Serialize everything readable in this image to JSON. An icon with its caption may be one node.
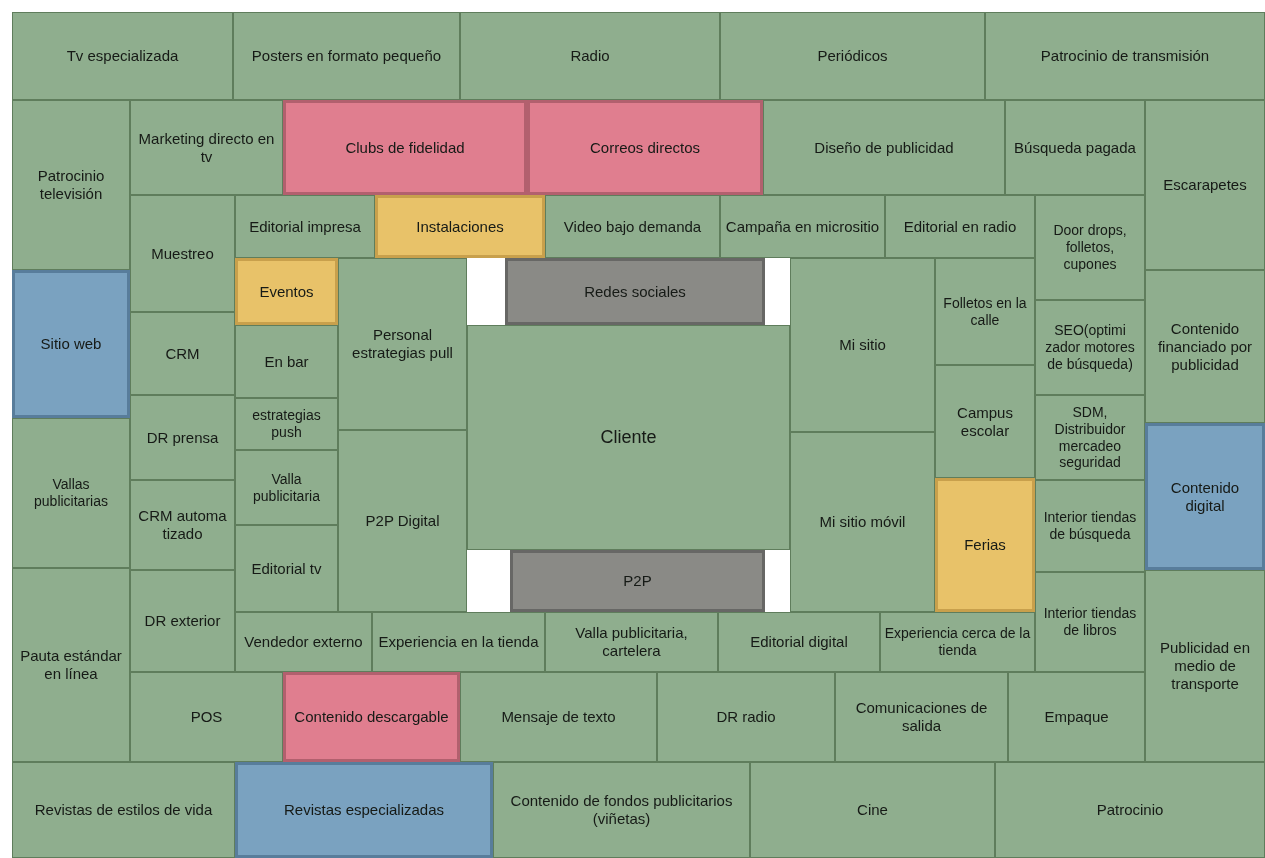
{
  "diagram": {
    "nodes": [
      {
        "text": [
          "Tv especializada"
        ]
      },
      {
        "text": [
          "Posters en formato pequeño"
        ]
      },
      {
        "text": [
          "Radio"
        ]
      },
      {
        "text": [
          "Periódicos"
        ]
      },
      {
        "text": [
          "Patrocinio de transmisión"
        ]
      },
      {
        "text": [
          "Patrocinio televisión"
        ]
      },
      {
        "text": [
          "Marketing directo  en tv"
        ]
      },
      {
        "text": [
          "Clubs de fidelidad"
        ]
      },
      {
        "text": [
          "Correos directos"
        ]
      },
      {
        "text": [
          "Diseño de publicidad"
        ]
      },
      {
        "text": [
          "Búsqueda pagada"
        ]
      },
      {
        "text": [
          "Escarapetes"
        ]
      },
      {
        "text": [
          "Muestreo"
        ]
      },
      {
        "text": [
          "Editorial impresa"
        ]
      },
      {
        "text": [
          "Instalaciones"
        ]
      },
      {
        "text": [
          "Video bajo demanda"
        ]
      },
      {
        "text": [
          "Campaña en micrositio"
        ]
      },
      {
        "text": [
          "Editorial en radio"
        ]
      },
      {
        "text": [
          "Door drops, folletos, cupones"
        ]
      },
      {
        "text": [
          "Eventos"
        ]
      },
      {
        "text": [
          "Personal estrategias pull"
        ]
      },
      {
        "text": [
          "Redes sociales"
        ]
      },
      {
        "text": [
          "Mi sitio"
        ]
      },
      {
        "text": [
          "Folletos en la calle"
        ]
      },
      {
        "text": [
          "Sitio web"
        ]
      },
      {
        "text": [
          "Contenido financiado por publicidad"
        ]
      },
      {
        "text": [
          "SEO(optimi zador motores de búsqueda)"
        ]
      },
      {
        "text": [
          "CRM"
        ]
      },
      {
        "text": [
          "En bar"
        ]
      },
      {
        "text": [
          "Cliente"
        ]
      },
      {
        "text": [
          "Campus escolar"
        ]
      },
      {
        "text": [
          "DR prensa"
        ]
      },
      {
        "text": [
          "estrategias push"
        ]
      },
      {
        "text": [
          "SDM, Distribuidor mercadeo seguridad"
        ]
      },
      {
        "text": [
          "Vallas publicitarias"
        ]
      },
      {
        "text": [
          "Contenido digital"
        ]
      },
      {
        "text": [
          "P2P Digital"
        ]
      },
      {
        "text": [
          "Mi sitio móvil"
        ]
      },
      {
        "text": [
          "Valla publicitaria"
        ]
      },
      {
        "text": [
          "CRM automa tizado"
        ]
      },
      {
        "text": [
          "Ferias"
        ]
      },
      {
        "text": [
          "Interior tiendas de búsqueda"
        ]
      },
      {
        "text": [
          "Editorial tv"
        ]
      },
      {
        "text": [
          "P2P"
        ]
      },
      {
        "text": [
          "Pauta estándar en línea"
        ]
      },
      {
        "text": [
          "DR exterior"
        ]
      },
      {
        "text": [
          "Interior tiendas de libros"
        ]
      },
      {
        "text": [
          "Publicidad en medio de transporte"
        ]
      },
      {
        "text": [
          "Vendedor externo"
        ]
      },
      {
        "text": [
          "Experiencia en la tienda"
        ]
      },
      {
        "text": [
          "Valla publicitaria, cartelera"
        ]
      },
      {
        "text": [
          "Editorial digital"
        ]
      },
      {
        "text": [
          "Experiencia cerca de la tienda"
        ]
      },
      {
        "text": [
          "POS"
        ]
      },
      {
        "text": [
          "Contenido descargable"
        ]
      },
      {
        "text": [
          "Mensaje de texto"
        ]
      },
      {
        "text": [
          "DR radio"
        ]
      },
      {
        "text": [
          "Comunicaciones de salida"
        ]
      },
      {
        "text": [
          "Empaque"
        ]
      },
      {
        "text": [
          "Revistas de estilos de vida"
        ]
      },
      {
        "text": [
          "Revistas especializadas"
        ]
      },
      {
        "text": [
          "Contenido de fondos publicitarios (viñetas)"
        ]
      },
      {
        "text": [
          "Cine"
        ]
      },
      {
        "text": [
          "Patrocinio"
        ]
      }
    ]
  }
}
